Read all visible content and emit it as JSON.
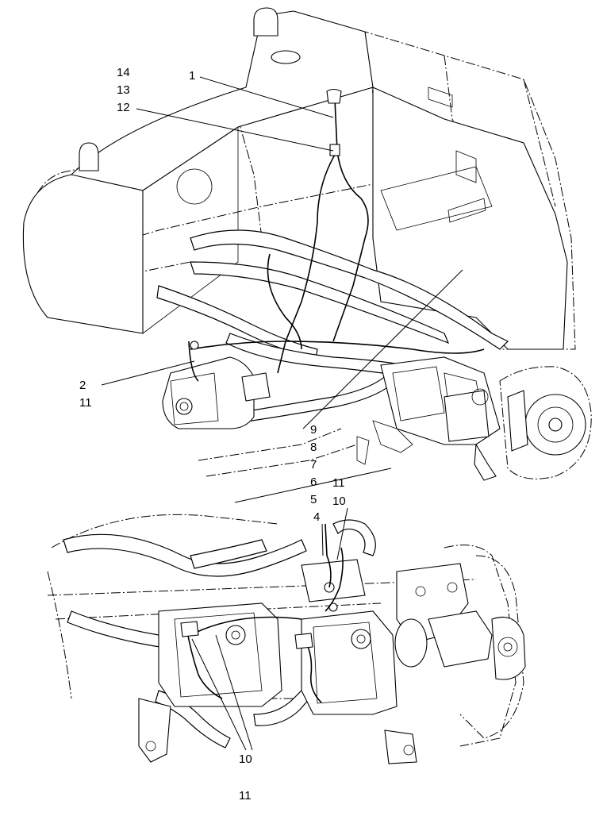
{
  "callouts": {
    "c14": "14",
    "c13": "13",
    "c12": "12",
    "c1": "1",
    "c2": "2",
    "c11_left": "11",
    "c9": "9",
    "c8": "8",
    "c7": "7",
    "c6": "6",
    "c5": "5",
    "c4": "4",
    "c11_mid": "11",
    "c10_mid": "10",
    "c10_bottom": "10",
    "c11_bottom": "11"
  },
  "colors": {
    "line": "#000000",
    "background": "#ffffff"
  }
}
